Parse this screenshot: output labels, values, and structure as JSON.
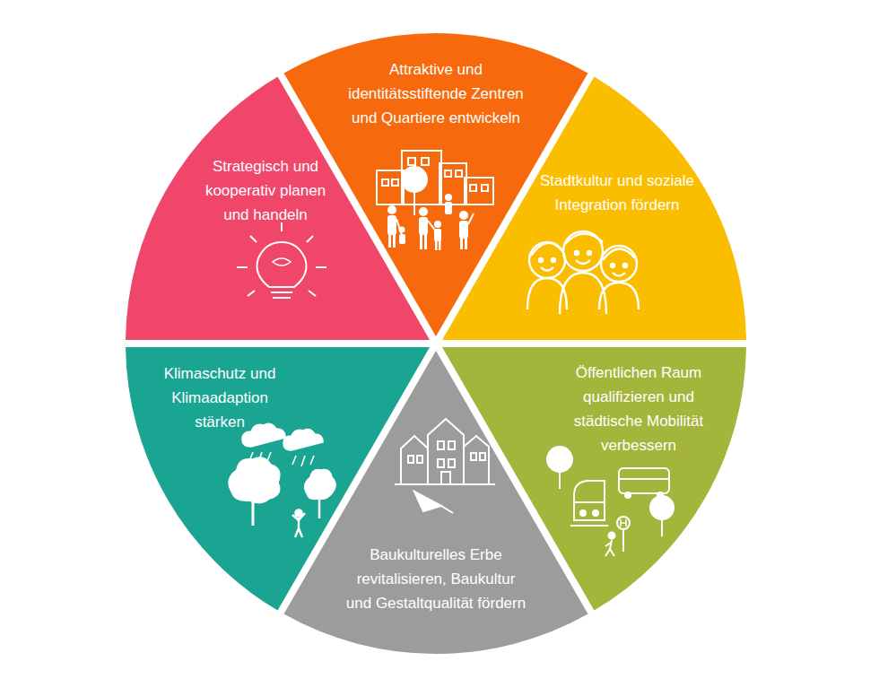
{
  "diagram": {
    "nodes": [
      {
        "text": [
          "Attraktive und identitätsstiftende Zentren und Quartiere entwickeln"
        ]
      },
      {
        "text": [
          "Stadtkultur und soziale Integration fördern"
        ]
      },
      {
        "text": [
          "Öffentlichen Raum qualifizieren und städtische Mobilität verbessern"
        ]
      },
      {
        "text": [
          "Baukulturelles Erbe revitalisieren, Baukultur und Gestaltqualität fördern"
        ]
      },
      {
        "text": [
          "Klimaschutz und Klimaadaption stärken"
        ]
      },
      {
        "text": [
          "Strategisch und kooperativ planen und handeln"
        ]
      }
    ]
  }
}
